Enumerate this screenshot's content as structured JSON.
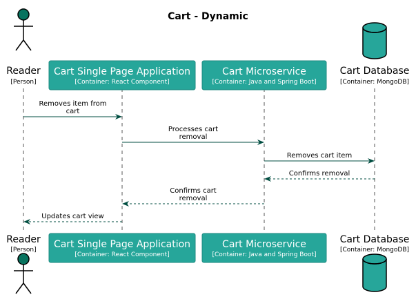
{
  "title": "Cart - Dynamic",
  "colors": {
    "container_fill": "#26A69A",
    "container_stroke": "#1E8A80",
    "person_fill": "#08735F",
    "arrow": "#004D40"
  },
  "participants": [
    {
      "name": "Reader",
      "type": "[Person]",
      "kind": "person"
    },
    {
      "name": "Cart Single Page Application",
      "type": "[Container: React Component]",
      "kind": "container"
    },
    {
      "name": "Cart Microservice",
      "type": "[Container: Java and Spring Boot]",
      "kind": "container"
    },
    {
      "name": "Cart Database",
      "type": "[Container: MongoDB]",
      "kind": "database"
    }
  ],
  "messages": [
    {
      "from": 0,
      "to": 1,
      "lines": [
        "Removes item from",
        "cart"
      ],
      "style": "solid"
    },
    {
      "from": 1,
      "to": 2,
      "lines": [
        "Processes cart",
        "removal"
      ],
      "style": "solid"
    },
    {
      "from": 2,
      "to": 3,
      "lines": [
        "Removes cart item"
      ],
      "style": "solid"
    },
    {
      "from": 3,
      "to": 2,
      "lines": [
        "Confirms removal"
      ],
      "style": "dashed"
    },
    {
      "from": 2,
      "to": 1,
      "lines": [
        "Confirms cart",
        "removal"
      ],
      "style": "dashed"
    },
    {
      "from": 1,
      "to": 0,
      "lines": [
        "Updates cart view"
      ],
      "style": "dashed"
    }
  ]
}
